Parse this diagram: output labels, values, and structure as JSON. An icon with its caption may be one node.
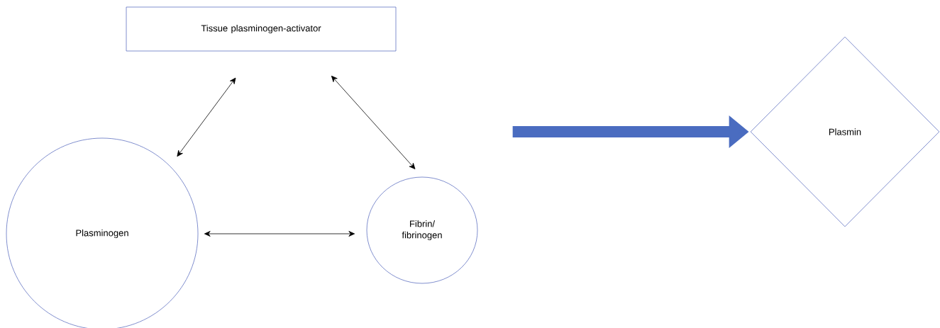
{
  "diagram": {
    "nodes": [
      {
        "text": [
          "Tissue plasminogen-activator"
        ]
      },
      {
        "text": [
          "Plasminogen"
        ]
      },
      {
        "text": [
          "Fibrin/ fibrinogen"
        ]
      },
      {
        "text": [
          "Plasmin"
        ]
      }
    ],
    "edges": [
      {
        "from": 0,
        "to": 1,
        "arrow": "both"
      },
      {
        "from": 0,
        "to": 2,
        "arrow": "both"
      },
      {
        "from": 1,
        "to": 2,
        "arrow": "both"
      },
      {
        "from": null,
        "to": 3,
        "arrow": "to",
        "style": "thick",
        "color": "#4a6cc0"
      }
    ]
  }
}
